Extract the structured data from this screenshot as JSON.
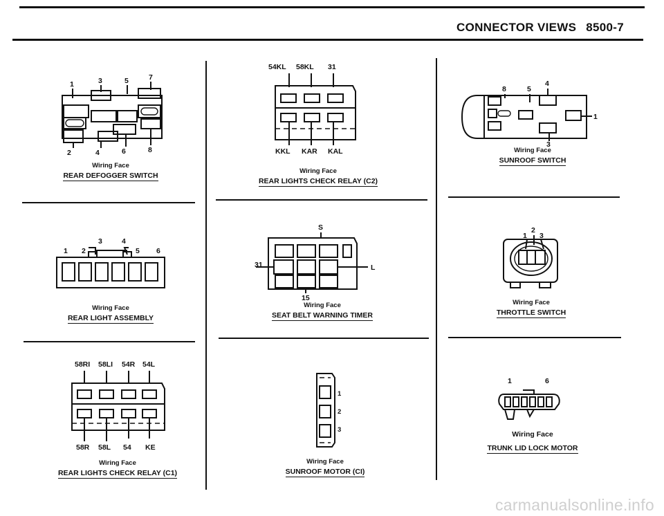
{
  "header": {
    "title": "CONNECTOR VIEWS",
    "page_number": "8500-7"
  },
  "wiring_face": "Wiring Face",
  "connectors": {
    "rear_defogger_switch": {
      "title": "REAR DEFOGGER SWITCH",
      "pins_top": [
        "1",
        "3",
        "5",
        "7"
      ],
      "pins_bottom": [
        "2",
        "4",
        "6",
        "8"
      ]
    },
    "rear_light_assembly": {
      "title": "REAR LIGHT ASSEMBLY",
      "pins": [
        "1",
        "2",
        "3",
        "4",
        "5",
        "6"
      ]
    },
    "rear_lights_check_relay_c1": {
      "title": "REAR LIGHTS CHECK RELAY (C1)",
      "pins_top": [
        "58RI",
        "58LI",
        "54R",
        "54L"
      ],
      "pins_bottom": [
        "58R",
        "58L",
        "54",
        "KE"
      ]
    },
    "rear_lights_check_relay_c2": {
      "title": "REAR LIGHTS CHECK RELAY (C2)",
      "pins_top": [
        "54KL",
        "58KL",
        "31"
      ],
      "pins_bottom": [
        "KKL",
        "KAR",
        "KAL"
      ]
    },
    "seat_belt_warning_timer": {
      "title": "SEAT BELT WARNING TIMER",
      "pins": {
        "top": "S",
        "left": "31",
        "right": "L",
        "bottom": "15"
      }
    },
    "sunroof_motor_c1": {
      "title": "SUNROOF MOTOR (CI)",
      "pins": [
        "1",
        "2",
        "3"
      ]
    },
    "sunroof_switch": {
      "title": "SUNROOF SWITCH",
      "pins": {
        "p8": "8",
        "p5": "5",
        "p4": "4",
        "p1": "1",
        "p3": "3"
      }
    },
    "throttle_switch": {
      "title": "THROTTLE SWITCH",
      "pins": [
        "1",
        "2",
        "3"
      ]
    },
    "trunk_lid_lock_motor": {
      "title": "TRUNK LID LOCK MOTOR",
      "pins": [
        "1",
        "6"
      ]
    }
  },
  "watermark": "carmanualsonline.info"
}
